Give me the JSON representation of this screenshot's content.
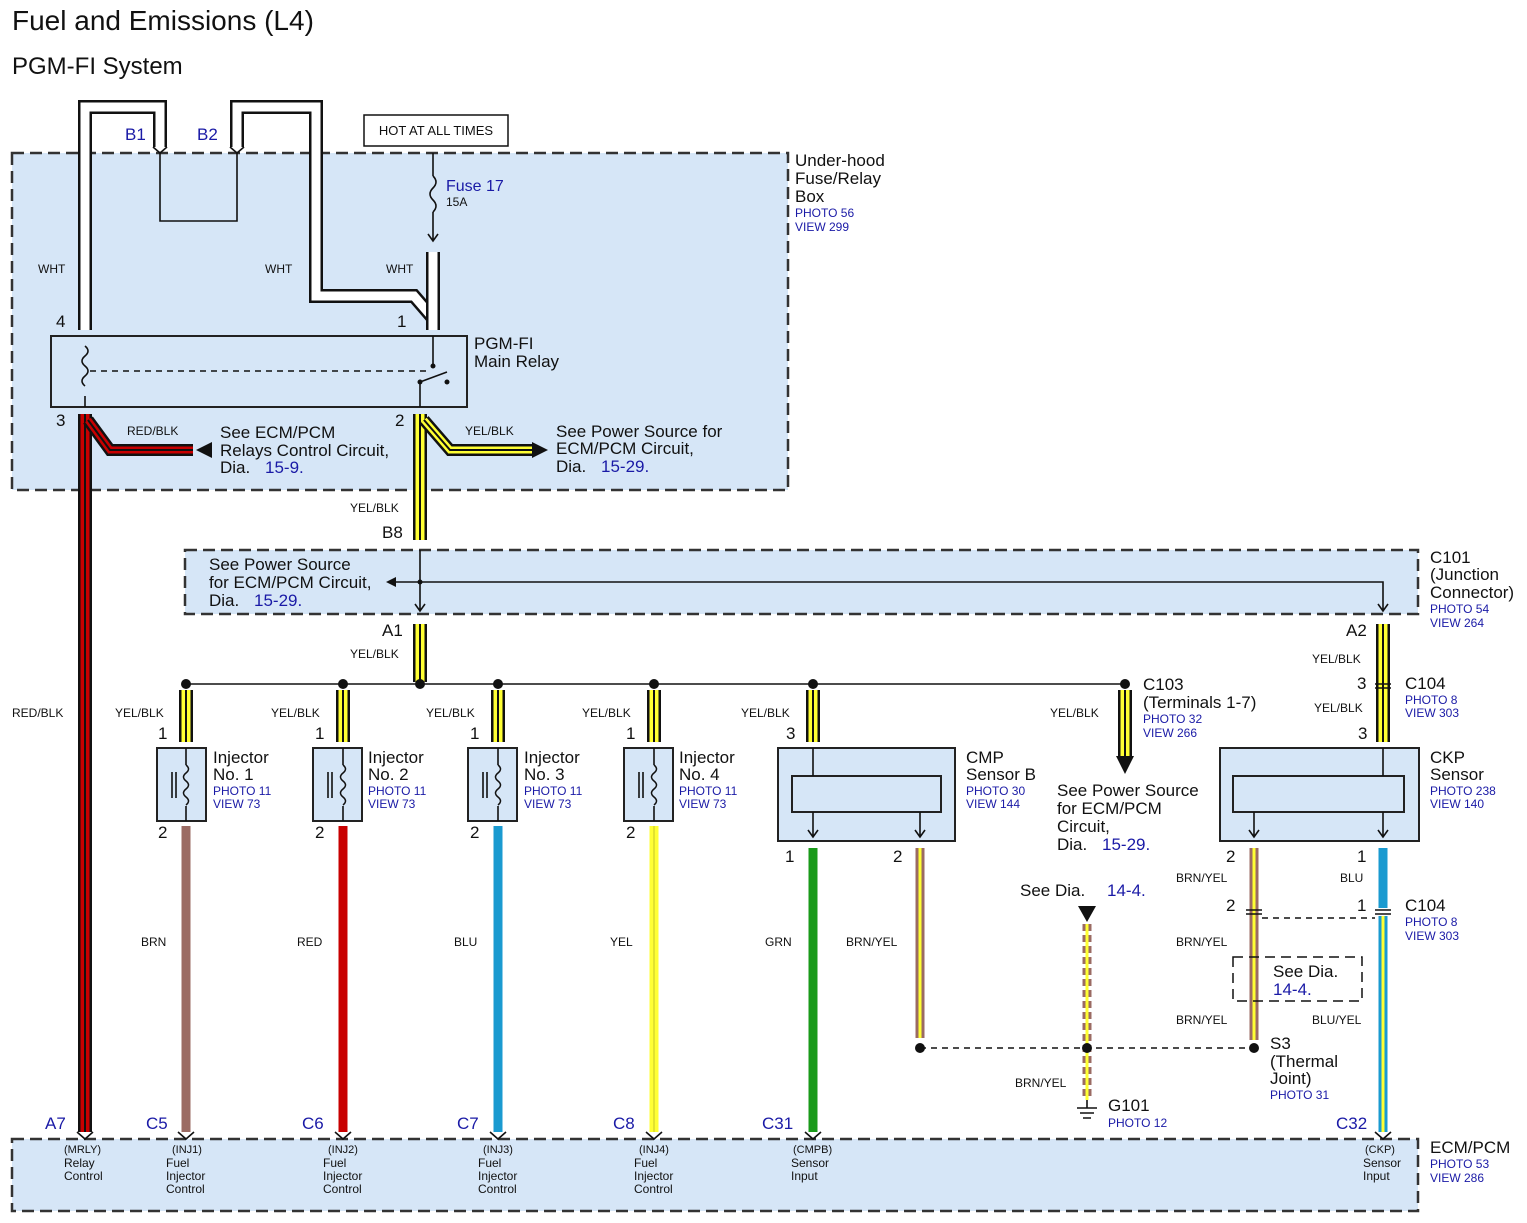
{
  "header": {
    "title": "Fuel and Emissions (L4)",
    "subtitle": "PGM-FI System"
  },
  "power": {
    "hot_label": "HOT AT ALL TIMES",
    "fuse_name": "Fuse 17",
    "fuse_rating": "15A"
  },
  "fuse_box": {
    "name_line1": "Under-hood",
    "name_line2": "Fuse/Relay",
    "name_line3": "Box",
    "photo": "PHOTO 56",
    "view": "VIEW 299",
    "terminal_b1": "B1",
    "terminal_b2": "B2"
  },
  "main_relay": {
    "name_line1": "PGM-FI",
    "name_line2": "Main Relay",
    "pin4": "4",
    "pin1": "1",
    "pin3": "3",
    "pin2": "2"
  },
  "wires": {
    "wht": "WHT",
    "red_blk": "RED/BLK",
    "yel_blk": "YEL/BLK",
    "brn": "BRN",
    "red": "RED",
    "blu": "BLU",
    "yel": "YEL",
    "grn": "GRN",
    "brn_yel": "BRN/YEL",
    "blu_yel": "BLU/YEL"
  },
  "refs": {
    "relay_ctrl_line1": "See ECM/PCM",
    "relay_ctrl_line2": "Relays Control Circuit,",
    "relay_ctrl_dia": "Dia.",
    "relay_ctrl_num": "15-9.",
    "power_src_line1": "See Power Source for",
    "power_src_line2": "ECM/PCM Circuit,",
    "power_src_dia": "Dia.",
    "power_src_num": "15-29.",
    "c101_ref_line1": "See Power Source",
    "c101_ref_line2": "for ECM/PCM Circuit,",
    "c101_ref_dia": "Dia.",
    "c101_ref_num": "15-29.",
    "c103_ref_line1": "See Power Source",
    "c103_ref_line2": "for ECM/PCM",
    "c103_ref_line3": "Circuit,",
    "c103_ref_dia": "Dia.",
    "c103_ref_num": "15-29.",
    "dia14_a": "See Dia.",
    "dia14_a_num": "14-4.",
    "dia14_b": "See Dia.",
    "dia14_b_num": "14-4."
  },
  "c101": {
    "name": "C101",
    "desc_line1": "(Junction",
    "desc_line2": "Connector)",
    "photo": "PHOTO 54",
    "view": "VIEW 264",
    "b8": "B8",
    "a1": "A1",
    "a2": "A2"
  },
  "c103": {
    "name": "C103",
    "desc": "(Terminals 1-7)",
    "photo": "PHOTO 32",
    "view": "VIEW 266"
  },
  "c104": {
    "name": "C104",
    "photo": "PHOTO 8",
    "view": "VIEW 303",
    "pin3": "3",
    "name_b": "C104",
    "photo_b": "PHOTO 8",
    "view_b": "VIEW 303",
    "pin2": "2",
    "pin1": "1"
  },
  "injectors": [
    {
      "line1": "Injector",
      "line2": "No. 1",
      "photo": "PHOTO 11",
      "view": "VIEW 73",
      "pin_top": "1",
      "pin_bot": "2"
    },
    {
      "line1": "Injector",
      "line2": "No. 2",
      "photo": "PHOTO 11",
      "view": "VIEW 73",
      "pin_top": "1",
      "pin_bot": "2"
    },
    {
      "line1": "Injector",
      "line2": "No. 3",
      "photo": "PHOTO 11",
      "view": "VIEW 73",
      "pin_top": "1",
      "pin_bot": "2"
    },
    {
      "line1": "Injector",
      "line2": "No. 4",
      "photo": "PHOTO 11",
      "view": "VIEW 73",
      "pin_top": "1",
      "pin_bot": "2"
    }
  ],
  "cmp": {
    "line1": "CMP",
    "line2": "Sensor B",
    "photo": "PHOTO 30",
    "view": "VIEW 144",
    "pin3": "3",
    "pin1": "1",
    "pin2": "2"
  },
  "ckp": {
    "line1": "CKP",
    "line2": "Sensor",
    "photo": "PHOTO 238",
    "view": "VIEW 140",
    "pin3": "3",
    "pin2": "2",
    "pin1": "1"
  },
  "ground": {
    "name": "G101",
    "photo": "PHOTO 12"
  },
  "s3": {
    "name": "S3",
    "line2": "(Thermal",
    "line3": "Joint)",
    "photo": "PHOTO 31"
  },
  "ecm": {
    "name": "ECM/PCM",
    "photo": "PHOTO 53",
    "view": "VIEW 286",
    "terminals": [
      {
        "pin": "A7",
        "code": "(MRLY)",
        "l1": "Relay",
        "l2": "Control",
        "l3": ""
      },
      {
        "pin": "C5",
        "code": "(INJ1)",
        "l1": "Fuel",
        "l2": "Injector",
        "l3": "Control"
      },
      {
        "pin": "C6",
        "code": "(INJ2)",
        "l1": "Fuel",
        "l2": "Injector",
        "l3": "Control"
      },
      {
        "pin": "C7",
        "code": "(INJ3)",
        "l1": "Fuel",
        "l2": "Injector",
        "l3": "Control"
      },
      {
        "pin": "C8",
        "code": "(INJ4)",
        "l1": "Fuel",
        "l2": "Injector",
        "l3": "Control"
      },
      {
        "pin": "C31",
        "code": "(CMPB)",
        "l1": "Sensor",
        "l2": "Input",
        "l3": ""
      },
      {
        "pin": "C32",
        "code": "(CKP)",
        "l1": "Sensor",
        "l2": "Input",
        "l3": ""
      }
    ]
  },
  "colors": {
    "box_fill": "#d6e6f7",
    "wire_wht": "#ffffff",
    "wire_red": "#c80000",
    "wire_yellow": "#ffff33",
    "wire_brown": "#9b6b63",
    "wire_blue": "#1a9ad0",
    "wire_green": "#1a9a1a",
    "label_blue": "#1a1aa6"
  }
}
